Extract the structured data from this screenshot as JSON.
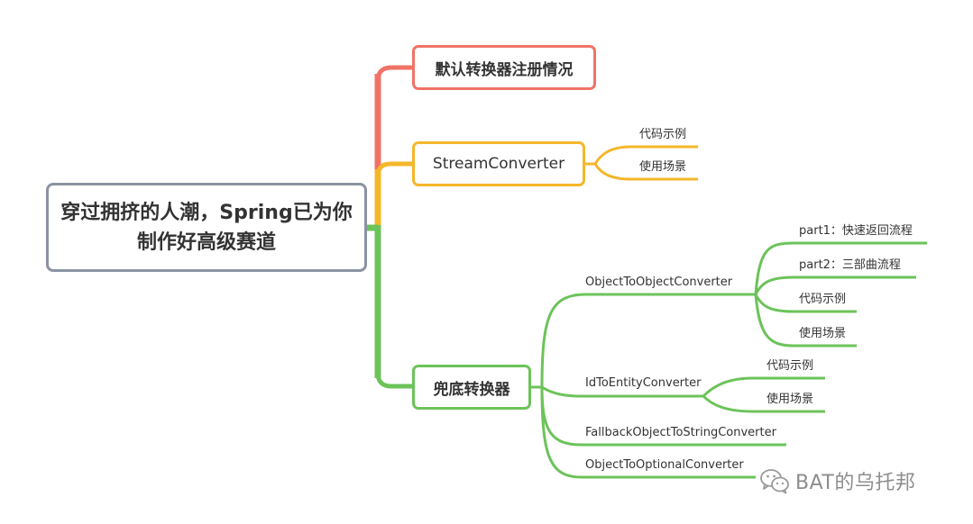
{
  "root": {
    "text": "穿过拥挤的人潮，Spring已为你制作好高级赛道"
  },
  "branches": [
    {
      "label": "默认转换器注册情况",
      "color": "#f07366"
    },
    {
      "label": "StreamConverter",
      "color": "#f4b72a",
      "children": [
        "代码示例",
        "使用场景"
      ]
    },
    {
      "label": "兜底转换器",
      "color": "#6cc35a",
      "children": [
        {
          "label": "ObjectToObjectConverter",
          "children": [
            "part1：快速返回流程",
            "part2：三部曲流程",
            "代码示例",
            "使用场景"
          ]
        },
        {
          "label": "IdToEntityConverter",
          "children": [
            "代码示例",
            "使用场景"
          ]
        },
        {
          "label": "FallbackObjectToStringConverter"
        },
        {
          "label": "ObjectToOptionalConverter"
        }
      ]
    }
  ],
  "watermark": {
    "icon": "wechat-icon",
    "text": "BAT的乌托邦"
  },
  "colors": {
    "root_border": "#8a93a3",
    "red": "#f07366",
    "orange": "#f4b72a",
    "green": "#6cc35a"
  }
}
